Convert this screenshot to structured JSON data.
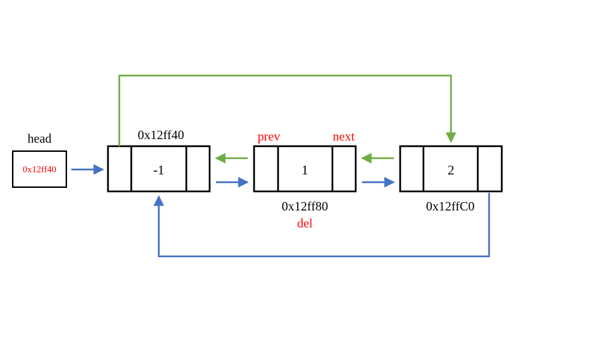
{
  "head": {
    "label": "head",
    "value": "0x12ff40"
  },
  "nodes": [
    {
      "value": "-1",
      "address": "0x12ff40"
    },
    {
      "value": "1",
      "address": "0x12ff80",
      "prev_label": "prev",
      "next_label": "next",
      "tag": "del"
    },
    {
      "value": "2",
      "address": "0x12ffC0"
    }
  ],
  "colors": {
    "box_stroke": "#000000",
    "next_arrow": "#4472c4",
    "prev_arrow": "#70ad47",
    "highlight_text": "#ff0000",
    "text": "#000000"
  }
}
